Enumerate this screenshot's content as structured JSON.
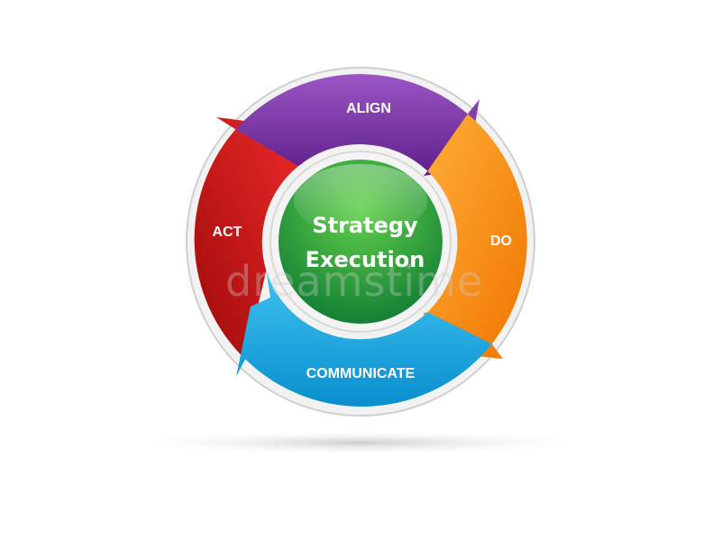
{
  "segments": [
    {
      "id": "align",
      "label": "ALIGN",
      "color_light": "#9b55c4",
      "color_dark": "#5e1f8a"
    },
    {
      "id": "do",
      "label": "DO",
      "color_light": "#ffae3a",
      "color_dark": "#f07500"
    },
    {
      "id": "communicate",
      "label": "COMMUNICATE",
      "color_light": "#3fc1ef",
      "color_dark": "#0a8fcf"
    },
    {
      "id": "act",
      "label": "ACT",
      "color_light": "#ee2a2a",
      "color_dark": "#9e0a0a"
    }
  ],
  "center": {
    "line1": "Strategy",
    "line2": "Execution",
    "color_light": "#62d04a",
    "color_dark": "#0e7a34"
  },
  "watermark": "dreamstime"
}
